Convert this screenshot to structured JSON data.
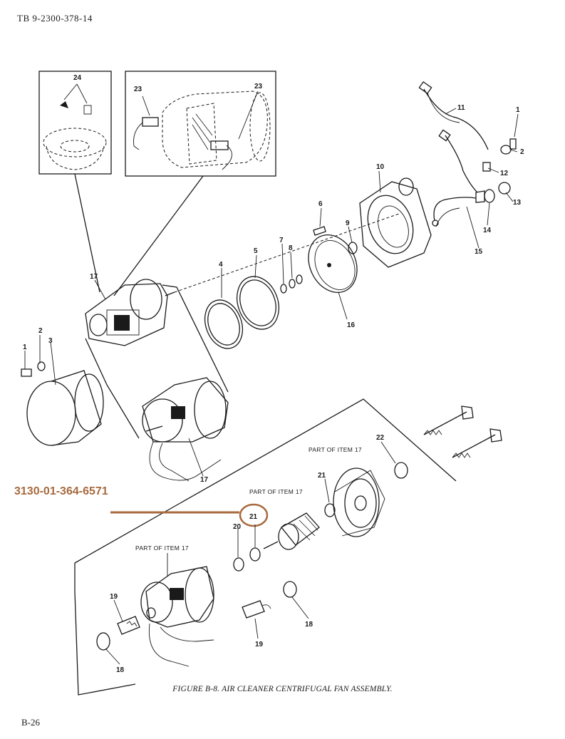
{
  "header": {
    "doc_number": "TB 9-2300-378-14"
  },
  "nsn_callout": {
    "text": "3130-01-364-6571",
    "accent_color": "#a76a3e",
    "item": "21"
  },
  "caption": "FIGURE B-8. AIR CLEANER CENTRIFUGAL FAN ASSEMBLY.",
  "footer": {
    "page": "B-26"
  },
  "part_of_label": "PART OF ITEM 17",
  "item_numbers": {
    "i1a": "1",
    "i2a": "2",
    "i3": "3",
    "i4": "4",
    "i5": "5",
    "i6": "6",
    "i7": "7",
    "i8": "8",
    "i9": "9",
    "i10": "10",
    "i11": "11",
    "i12": "12",
    "i13": "13",
    "i14": "14",
    "i15": "15",
    "i16": "16",
    "i17a": "17",
    "i17b": "17",
    "i1b": "1",
    "i2b": "2",
    "i24": "24",
    "i23a": "23",
    "i23b": "23",
    "i22": "22",
    "i21a": "21",
    "i21b": "21",
    "i20": "20",
    "i19a": "19",
    "i19b": "19",
    "i18a": "18",
    "i18b": "18"
  }
}
